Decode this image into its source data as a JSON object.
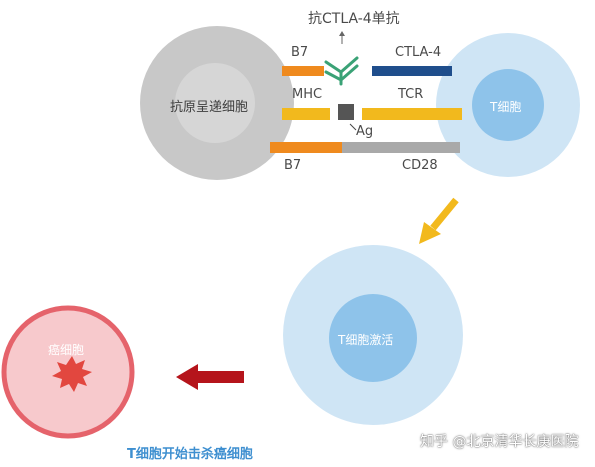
{
  "labels": {
    "antibody": "抗CTLA-4单抗",
    "b7_top": "B7",
    "ctla4": "CTLA-4",
    "mhc": "MHC",
    "tcr": "TCR",
    "ag": "Ag",
    "b7_bottom": "B7",
    "cd28": "CD28"
  },
  "cells": {
    "apc": "抗原呈递细胞",
    "t_cell": "T细胞",
    "t_cell_active": "T细胞激活",
    "cancer": "癌细胞"
  },
  "caption": "T细胞开始击杀癌细胞",
  "watermark": "知乎 @北京清华长庚医院",
  "colors": {
    "apc_gray": "#c9c9c9",
    "tcell_blue": "#cde4f4",
    "orange": "#ef8a1e",
    "yellow": "#f2b91d",
    "navy": "#1f4e8c",
    "green": "#3aa276",
    "gray_bar": "#a9a9a9",
    "cancer_red": "#e96b72",
    "arrow_red": "#b5141b",
    "caption_blue": "#3e8fd0"
  }
}
